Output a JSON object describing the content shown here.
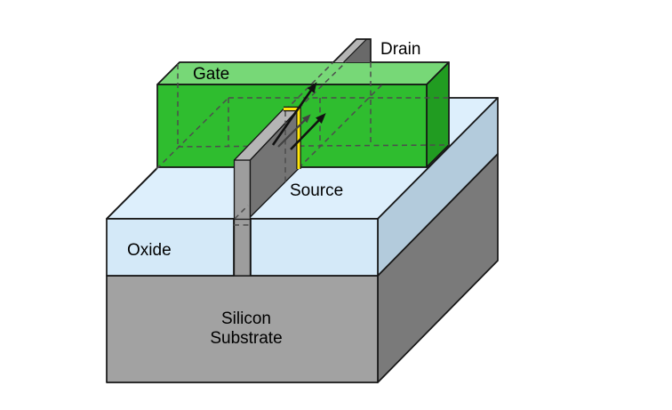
{
  "labels": {
    "gate": "Gate",
    "drain": "Drain",
    "source": "Source",
    "oxide": "Oxide",
    "substrate_line1": "Silicon",
    "substrate_line2": "Substrate"
  },
  "colors": {
    "background": "#ffffff",
    "gate_top": "#77d877",
    "gate_front": "#2fbd2f",
    "gate_side": "#219c21",
    "oxide_top": "#ddeffc",
    "oxide_front": "#d4e9f8",
    "oxide_side": "#b3cbdc",
    "substrate_front": "#a2a2a2",
    "substrate_side": "#7a7a7a",
    "fin_light": "#9d9d9d",
    "fin_dark": "#747474",
    "fin_top": "#b5b5b5",
    "drain_side": "#696969",
    "channel_yellow": "#ffe60a",
    "edge": "#161616",
    "hidden_edge": "#4d4d4d",
    "arrow_black": "#111111",
    "arrow_gray": "#424242",
    "text": "#000000"
  }
}
